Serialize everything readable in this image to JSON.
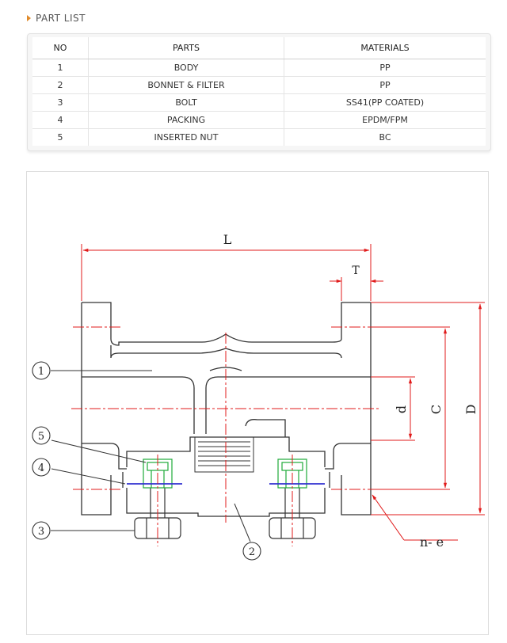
{
  "section": {
    "title": "PART LIST"
  },
  "table": {
    "headers": {
      "no": "NO",
      "parts": "PARTS",
      "materials": "MATERIALS"
    },
    "rows": [
      {
        "no": "1",
        "part": "BODY",
        "material": "PP"
      },
      {
        "no": "2",
        "part": "BONNET & FILTER",
        "material": "PP"
      },
      {
        "no": "3",
        "part": "BOLT",
        "material": "SS41(PP COATED)"
      },
      {
        "no": "4",
        "part": "PACKING",
        "material": "EPDM/FPM"
      },
      {
        "no": "5",
        "part": "INSERTED NUT",
        "material": "BC"
      }
    ]
  },
  "drawing": {
    "dimensions": {
      "L": "L",
      "T": "T",
      "d": "d",
      "C": "C",
      "D": "D",
      "ne": "n- e"
    },
    "callouts": [
      "1",
      "2",
      "3",
      "4",
      "5"
    ],
    "colors": {
      "outline": "#333333",
      "dimension": "#e01b1b",
      "nut": "#1faa3a",
      "packing": "#3030d0"
    }
  }
}
